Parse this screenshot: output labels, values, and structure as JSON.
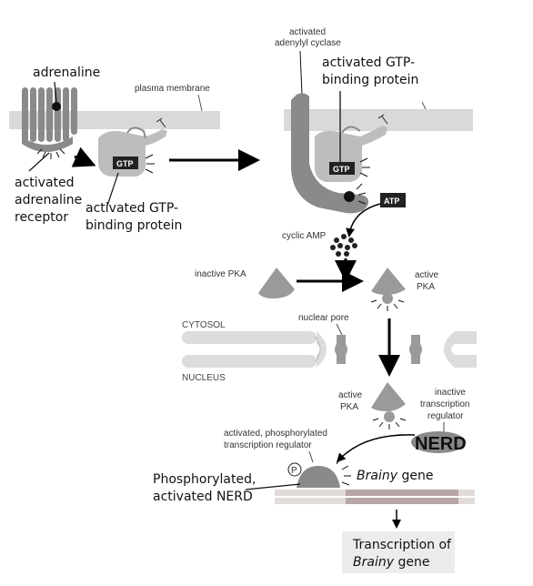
{
  "top_left": {
    "adrenaline": "adrenaline",
    "plasma_membrane": "plasma membrane",
    "gtp": "GTP",
    "receptor_label": [
      "activated",
      "adrenaline",
      "receptor"
    ],
    "gtp_protein_label": [
      "activated GTP-",
      "binding protein"
    ]
  },
  "top_right": {
    "adenylyl_cyclase": [
      "activated",
      "adenylyl cyclase"
    ],
    "gtp_protein_label": [
      "activated GTP-",
      "binding protein"
    ],
    "gtp": "GTP",
    "atp": "ATP",
    "cyclic_amp": "cyclic AMP"
  },
  "pka": {
    "inactive": "inactive PKA",
    "active": [
      "active",
      "PKA"
    ],
    "active_nucleus": [
      "active",
      "PKA"
    ]
  },
  "compartments": {
    "cytosol": "CYTOSOL",
    "nucleus": "NUCLEUS",
    "nuclear_pore": "nuclear pore"
  },
  "nucleus_area": {
    "inactive_regulator": [
      "inactive",
      "transcription",
      "regulator"
    ],
    "nerd": "NERD",
    "phosphorylated_regulator": [
      "activated, phosphorylated",
      "transcription regulator"
    ],
    "p": "P",
    "gene_name": "Brainy",
    "gene_suffix": " gene",
    "phos_nerd": [
      "Phosphorylated,",
      "activated NERD"
    ],
    "transcription_line1": "Transcription of",
    "transcription_italic": "Brainy",
    "transcription_suffix": " gene"
  },
  "colors": {
    "membrane": "#d9d9d9",
    "protein": "#8a8a8a",
    "protein_light": "#bdbdbd",
    "dark_box": "#222222",
    "arrow": "#000000",
    "dna_dark": "#b7a6a6",
    "dna_light": "#e3dada",
    "callout_bg": "#ececec"
  }
}
